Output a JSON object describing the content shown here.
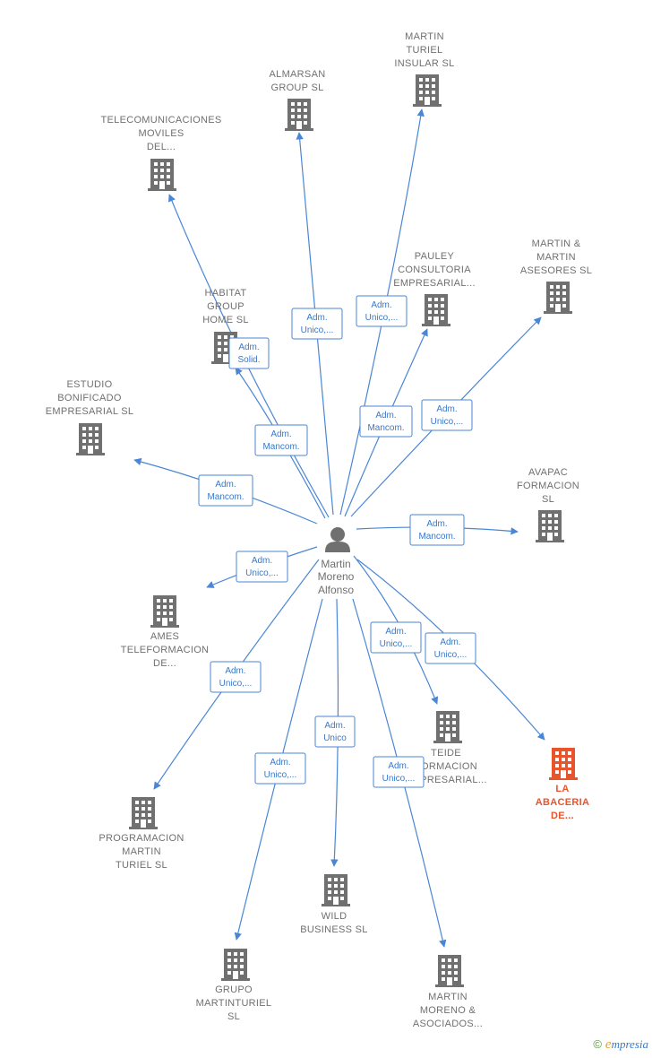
{
  "center": {
    "name_lines": [
      "Martin",
      "Moreno",
      "Alfonso"
    ],
    "icon": "person-icon",
    "color": "#707070"
  },
  "colors": {
    "edge": "#4a86d6",
    "node": "#707070",
    "highlight": "#e8542c"
  },
  "nodes": [
    {
      "id": "martin-turiel-insular",
      "lines": [
        "MARTIN",
        "TURIEL",
        "INSULAR  SL"
      ],
      "highlight": false,
      "edge_label": [
        "Adm.",
        "Unico,..."
      ]
    },
    {
      "id": "almarsan-group",
      "lines": [
        "ALMARSAN",
        "GROUP  SL"
      ],
      "highlight": false,
      "edge_label": [
        "Adm.",
        "Unico,..."
      ]
    },
    {
      "id": "telecomunicaciones-moviles",
      "lines": [
        "TELECOMUNICACIONES",
        "MOVILES",
        "DEL..."
      ],
      "highlight": false,
      "edge_label": [
        "Adm.",
        "Mancom."
      ]
    },
    {
      "id": "habitat-group-home",
      "lines": [
        "HABITAT",
        "GROUP",
        "HOME  SL"
      ],
      "highlight": false,
      "edge_label": [
        "Adm.",
        "Solid."
      ]
    },
    {
      "id": "pauley-consultoria",
      "lines": [
        "PAULEY",
        "CONSULTORIA",
        "EMPRESARIAL..."
      ],
      "highlight": false,
      "edge_label": [
        "Adm.",
        "Mancom."
      ]
    },
    {
      "id": "martin-and-martin-asesores",
      "lines": [
        "MARTIN &",
        "MARTIN",
        "ASESORES  SL"
      ],
      "highlight": false,
      "edge_label": [
        "Adm.",
        "Unico,..."
      ]
    },
    {
      "id": "estudio-bonificado",
      "lines": [
        "ESTUDIO",
        "BONIFICADO",
        "EMPRESARIAL SL"
      ],
      "highlight": false,
      "edge_label": [
        "Adm.",
        "Mancom."
      ]
    },
    {
      "id": "avapac-formacion",
      "lines": [
        "AVAPAC",
        "FORMACION",
        "SL"
      ],
      "highlight": false,
      "edge_label": [
        "Adm.",
        "Mancom."
      ]
    },
    {
      "id": "ames-teleformacion",
      "lines": [
        "AMES",
        "TELEFORMACION",
        "DE..."
      ],
      "highlight": false,
      "edge_label": [
        "Adm.",
        "Unico,..."
      ]
    },
    {
      "id": "teide-formacion",
      "lines": [
        "TEIDE",
        "FORMACION",
        "EMPRESARIAL..."
      ],
      "highlight": false,
      "edge_label": [
        "Adm.",
        "Unico,..."
      ]
    },
    {
      "id": "la-abaceria",
      "lines": [
        "LA",
        "ABACERIA",
        "DE..."
      ],
      "highlight": true,
      "edge_label": [
        "Adm.",
        "Unico,..."
      ]
    },
    {
      "id": "programacion-martin-turiel",
      "lines": [
        "PROGRAMACION",
        "MARTIN",
        "TURIEL  SL"
      ],
      "highlight": false,
      "edge_label": [
        "Adm.",
        "Unico,..."
      ]
    },
    {
      "id": "wild-business",
      "lines": [
        "WILD",
        "BUSINESS SL"
      ],
      "highlight": false,
      "edge_label": [
        "Adm.",
        "Unico"
      ]
    },
    {
      "id": "grupo-martinturiel",
      "lines": [
        "GRUPO",
        "MARTINTURIEL",
        "SL"
      ],
      "highlight": false,
      "edge_label": [
        "Adm.",
        "Unico,..."
      ]
    },
    {
      "id": "martin-moreno-asociados",
      "lines": [
        "MARTIN",
        "MORENO &",
        "ASOCIADOS..."
      ],
      "highlight": false,
      "edge_label": [
        "Adm.",
        "Unico,..."
      ]
    }
  ],
  "footer": {
    "copyright": "©",
    "brand_initial": "e",
    "brand_rest": "mpresia"
  }
}
